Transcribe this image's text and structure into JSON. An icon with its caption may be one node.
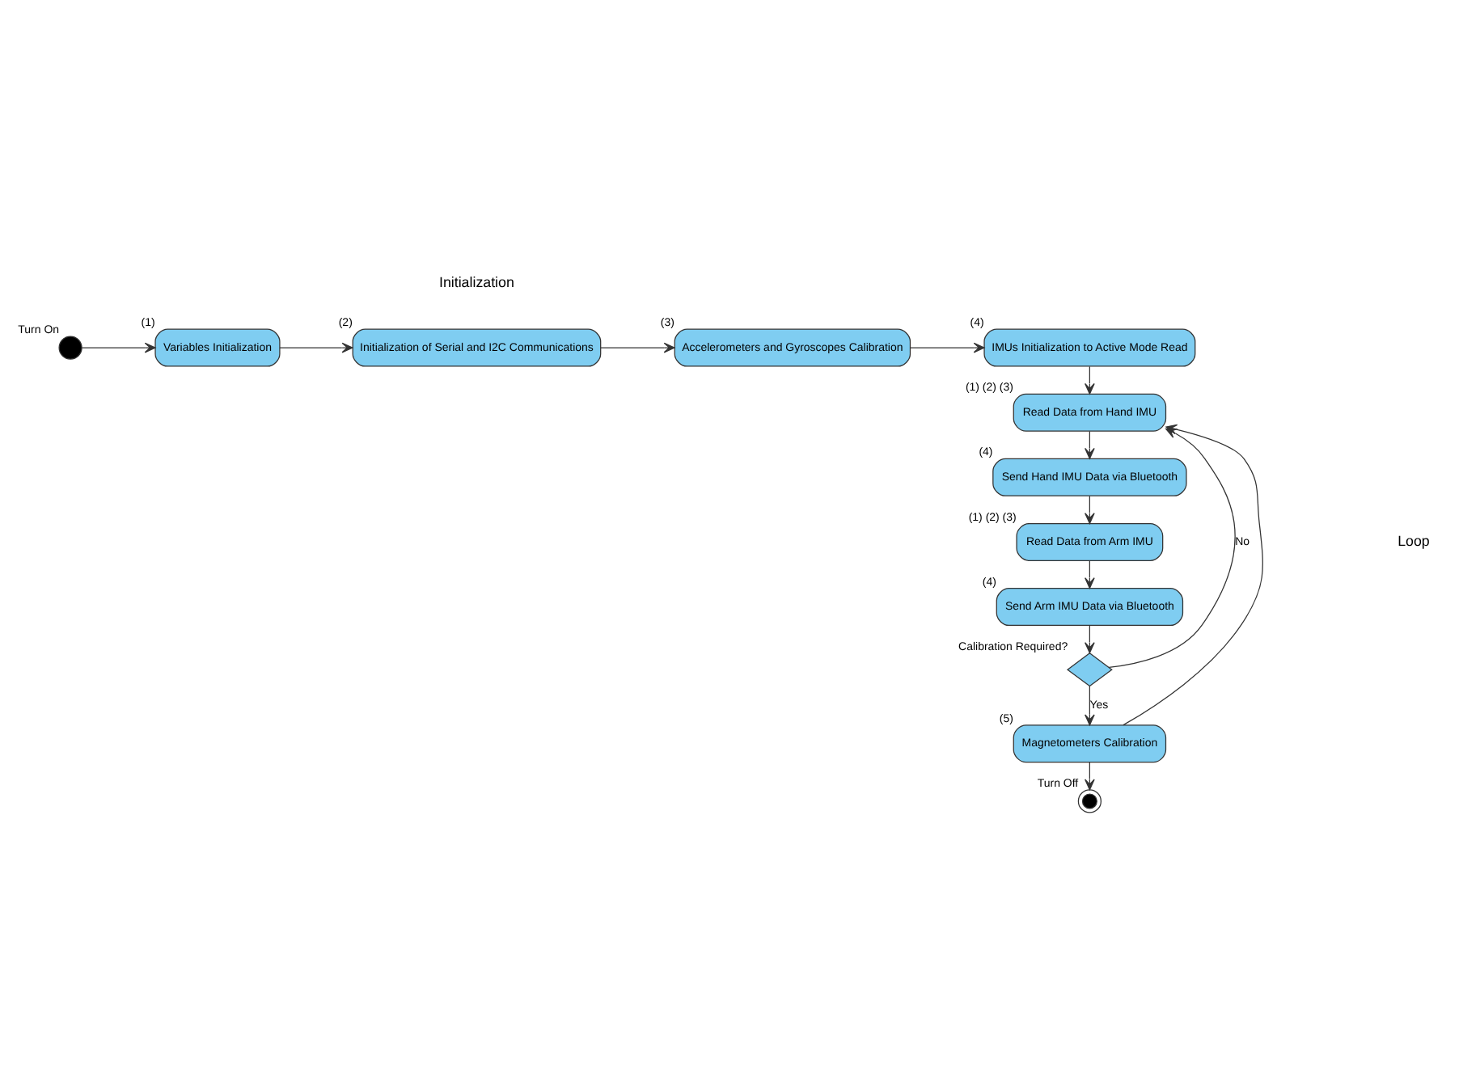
{
  "diagram": {
    "nodes": [
      {
        "text": [],
        "shape": "circle",
        "beside": [
          "Turn On"
        ]
      },
      {
        "text": [
          "Variables Initialization"
        ],
        "beside": [
          "(1)"
        ]
      },
      {
        "text": [
          "Initialization of Serial and I2C Communications"
        ],
        "beside": [
          "(2)"
        ]
      },
      {
        "text": [
          "Accelerometers and Gyroscopes Calibration"
        ],
        "beside": [
          "(3)"
        ]
      },
      {
        "text": [
          "IMUs Initialization to Active Mode Read"
        ],
        "beside": [
          "(4)"
        ]
      },
      {
        "text": [
          "Read Data from Hand IMU"
        ],
        "beside": [
          "(1) (2) (3)"
        ]
      },
      {
        "text": [
          "Send Hand IMU Data via Bluetooth"
        ],
        "beside": [
          "(4)"
        ]
      },
      {
        "text": [
          "Read Data from Arm IMU"
        ],
        "beside": [
          "(1) (2) (3)"
        ]
      },
      {
        "text": [
          "Send Arm IMU Data via Bluetooth"
        ],
        "beside": [
          "(4)"
        ]
      },
      {
        "text": [],
        "shape": "diamond",
        "beside": [
          "Calibration Required?"
        ]
      },
      {
        "text": [
          "Magnetometers Calibration"
        ],
        "beside": [
          "(5)"
        ]
      },
      {
        "text": [],
        "shape": "circle",
        "beside": [
          "Turn Off"
        ]
      }
    ],
    "edges": [
      {
        "from": 0,
        "to": 1,
        "arrow": "to"
      },
      {
        "from": 1,
        "to": 2,
        "arrow": "to"
      },
      {
        "from": 2,
        "to": 3,
        "arrow": "to"
      },
      {
        "from": 3,
        "to": 4,
        "arrow": "to"
      },
      {
        "from": 4,
        "to": 5,
        "arrow": "to"
      },
      {
        "from": 5,
        "to": 6,
        "arrow": "to"
      },
      {
        "from": 6,
        "to": 7,
        "arrow": "to"
      },
      {
        "from": 7,
        "to": 8,
        "arrow": "to"
      },
      {
        "from": 8,
        "to": 9,
        "arrow": "to"
      },
      {
        "from": 9,
        "to": 5,
        "arrow": "to",
        "label": "No"
      },
      {
        "from": 9,
        "to": 10,
        "arrow": "to",
        "label": "Yes"
      },
      {
        "from": 10,
        "to": 5,
        "arrow": "to"
      },
      {
        "from": 10,
        "to": 11,
        "arrow": "to"
      }
    ],
    "labels": [
      "Initialization",
      "Loop"
    ]
  }
}
